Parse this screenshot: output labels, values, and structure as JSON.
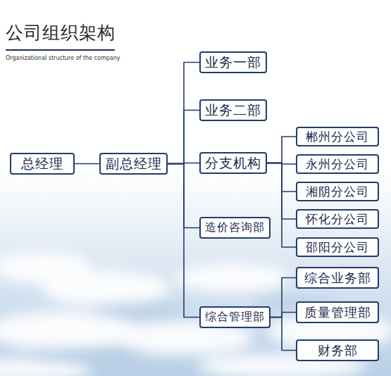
{
  "diagram": {
    "title": "公司组织架构",
    "nodes": [
      {
        "text": [
          "总经理"
        ]
      },
      {
        "text": [
          "副总经理"
        ]
      },
      {
        "text": [
          "业务一部"
        ]
      },
      {
        "text": [
          "业务二部"
        ]
      },
      {
        "text": [
          "分支机构"
        ]
      },
      {
        "text": [
          "郴州分公司"
        ]
      },
      {
        "text": [
          "永州分公司"
        ]
      },
      {
        "text": [
          "湘阴分公司"
        ]
      },
      {
        "text": [
          "怀化分公司"
        ]
      },
      {
        "text": [
          "邵阳分公司"
        ]
      },
      {
        "text": [
          "造价咨询部"
        ]
      },
      {
        "text": [
          "综合管理部"
        ]
      },
      {
        "text": [
          "综合业务部"
        ]
      },
      {
        "text": [
          "质量管理部"
        ]
      },
      {
        "text": [
          "财务部"
        ]
      }
    ],
    "edges": [
      {
        "from": 0,
        "to": 1,
        "arrow": "none"
      },
      {
        "from": 1,
        "to": 2,
        "arrow": "none"
      },
      {
        "from": 1,
        "to": 3,
        "arrow": "none"
      },
      {
        "from": 1,
        "to": 4,
        "arrow": "none"
      },
      {
        "from": 1,
        "to": 10,
        "arrow": "none"
      },
      {
        "from": 1,
        "to": 11,
        "arrow": "none"
      },
      {
        "from": 4,
        "to": 5,
        "arrow": "none"
      },
      {
        "from": 4,
        "to": 6,
        "arrow": "none"
      },
      {
        "from": 4,
        "to": 7,
        "arrow": "none"
      },
      {
        "from": 4,
        "to": 8,
        "arrow": "none"
      },
      {
        "from": 4,
        "to": 9,
        "arrow": "none"
      },
      {
        "from": 11,
        "to": 12,
        "arrow": "none"
      },
      {
        "from": 11,
        "to": 13,
        "arrow": "none"
      },
      {
        "from": 11,
        "to": 14,
        "arrow": "none"
      }
    ],
    "labels": [
      "Organizational structure of the company"
    ]
  }
}
